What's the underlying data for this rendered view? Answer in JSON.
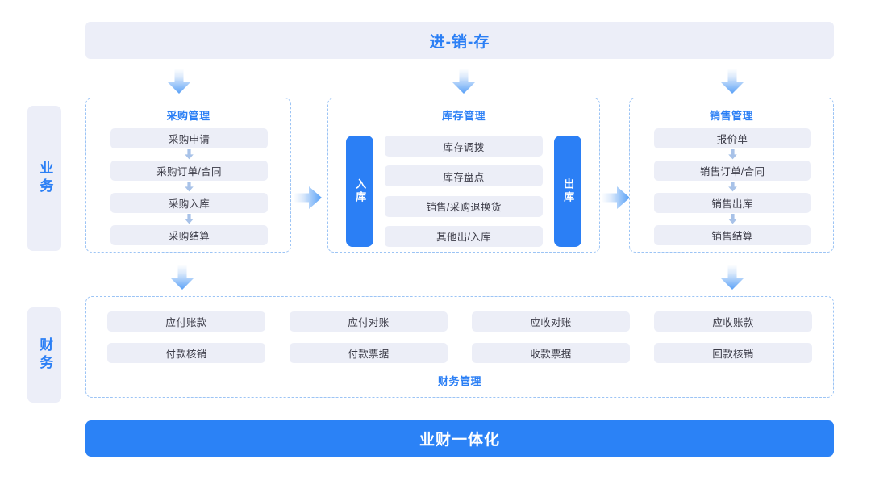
{
  "header": {
    "title": "进-销-存"
  },
  "rails": [
    {
      "name": "business",
      "label": "业务"
    },
    {
      "name": "finance",
      "label": "财务"
    }
  ],
  "columns": [
    {
      "key": "purchase",
      "title": "采购管理",
      "steps": [
        "采购申请",
        "采购订单/合同",
        "采购入库",
        "采购结算"
      ]
    },
    {
      "key": "inventory",
      "title": "库存管理",
      "inbound_label": "入库",
      "outbound_label": "出库",
      "steps": [
        "库存调拨",
        "库存盘点",
        "销售/采购退换货",
        "其他出/入库"
      ]
    },
    {
      "key": "sales",
      "title": "销售管理",
      "steps": [
        "报价单",
        "销售订单/合同",
        "销售出库",
        "销售结算"
      ]
    }
  ],
  "finance": {
    "title": "财务管理",
    "items": [
      "应付账款",
      "应付对账",
      "应收对账",
      "应收账款",
      "付款核销",
      "付款票据",
      "收款票据",
      "回款核销"
    ]
  },
  "footer": {
    "title": "业财一体化"
  },
  "colors": {
    "accent_blue": "#2b7ff5",
    "banner_blue": "#2b82f6",
    "panel_bg": "#eceef8",
    "step_bg": "#eceef7",
    "dashed_border": "#9cc4f5",
    "text_dark": "#3a3a46"
  },
  "icons": {
    "arrow_down": "arrow-down-icon",
    "arrow_right": "arrow-right-icon",
    "mini_arrow_down": "mini-arrow-down-icon"
  }
}
